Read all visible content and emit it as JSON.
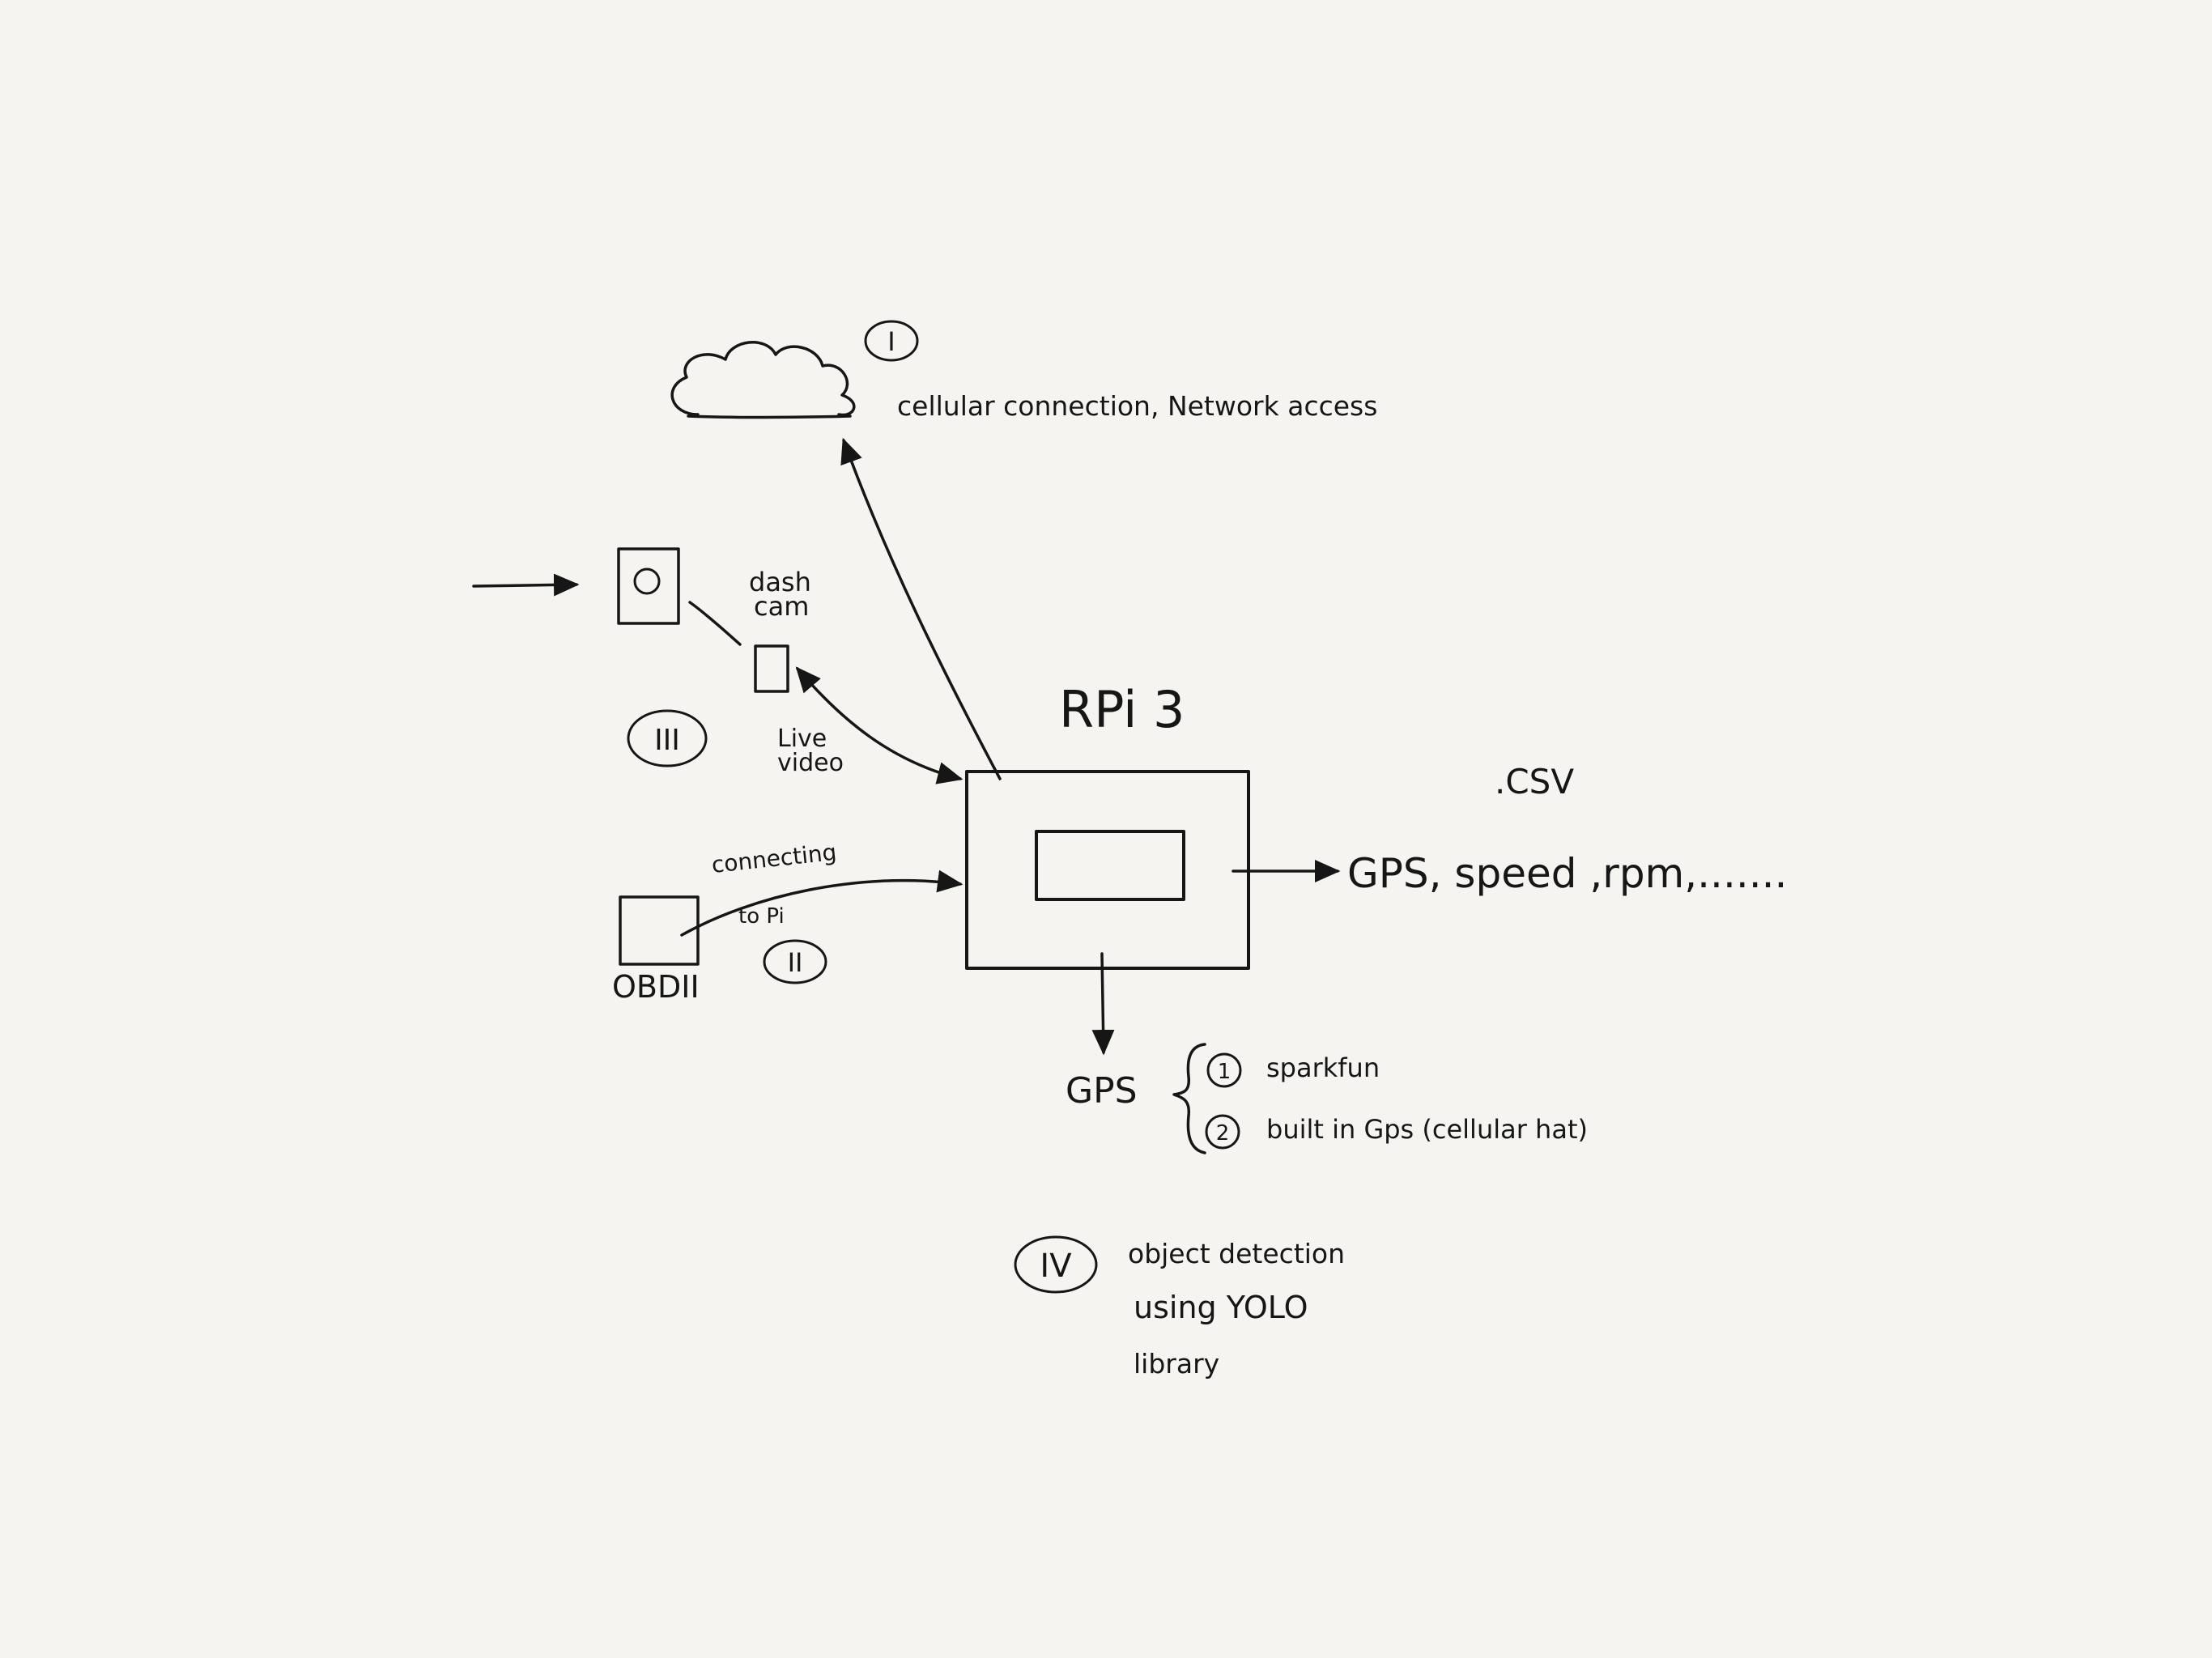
{
  "colors": {
    "background": "#f5f4f0",
    "ink": "#161616"
  },
  "markers": {
    "one": "I",
    "two": "II",
    "three": "III",
    "four": "IV"
  },
  "cloud_label": "cellular connection, Network access",
  "dashcam_label": {
    "line1": "dash",
    "line2": "cam"
  },
  "live_video_label": {
    "line1": "Live",
    "line2": "video"
  },
  "connecting_label": {
    "line1": "connecting",
    "line2": "to Pi"
  },
  "obd_label": "OBDII",
  "rpi_label": "RPi 3",
  "csv_label": ".CSV",
  "output_label": "GPS, speed ,rpm,.......",
  "gps_label": "GPS",
  "gps_options": [
    {
      "number": "1",
      "text": "sparkfun"
    },
    {
      "number": "2",
      "text": "built in Gps (cellular hat)"
    }
  ],
  "yolo_note": {
    "line1": "object detection",
    "line2": "using YOLO",
    "line3": "library"
  }
}
